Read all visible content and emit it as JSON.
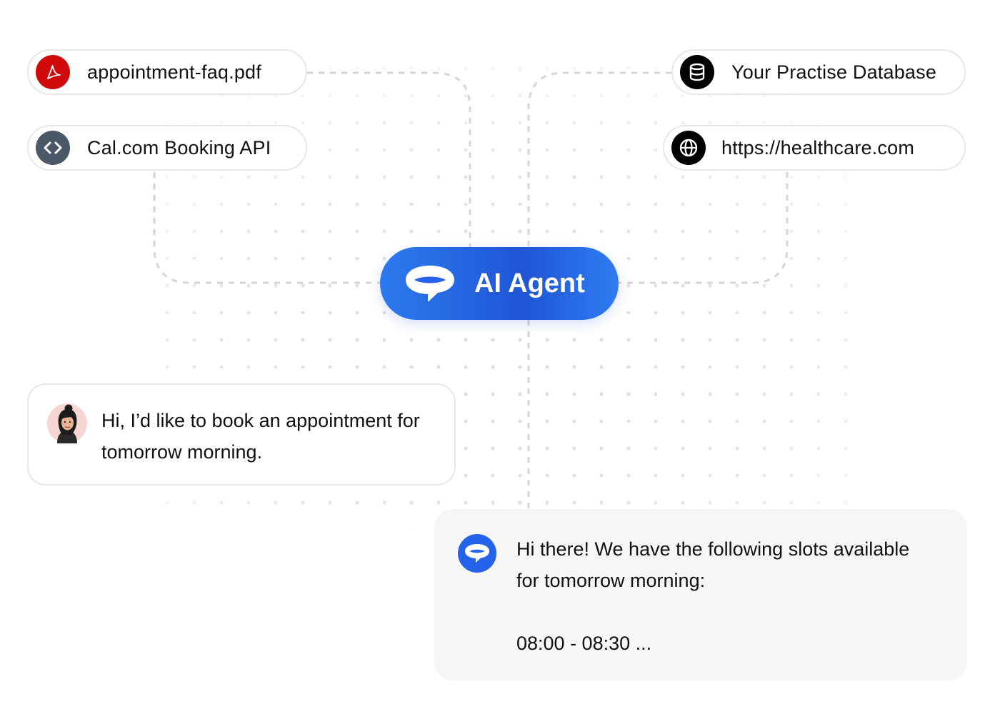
{
  "sources": [
    {
      "label": "appointment-faq.pdf",
      "icon": "pdf-icon",
      "color": "#d00a0a"
    },
    {
      "label": "Cal.com Booking API",
      "icon": "code-icon",
      "color": "#4b5868"
    },
    {
      "label": "Your Practise Database",
      "icon": "database-icon",
      "color": "#000000"
    },
    {
      "label": "https://healthcare.com",
      "icon": "globe-icon",
      "color": "#000000"
    }
  ],
  "agent": {
    "label": "AI Agent",
    "icon": "chat-bubble-icon",
    "color": "#2563eb"
  },
  "conversation": {
    "user_message": "Hi, I’d like to book an appointment for tomorrow morning.",
    "bot_message": "Hi there! We have the following slots available for tomorrow morning:",
    "bot_slot": "08:00 - 08:30 ..."
  },
  "colors": {
    "accent": "#2563eb",
    "connector": "#d6d6d6",
    "border": "#e7e7e7",
    "bot_bubble": "#f6f6f6"
  }
}
